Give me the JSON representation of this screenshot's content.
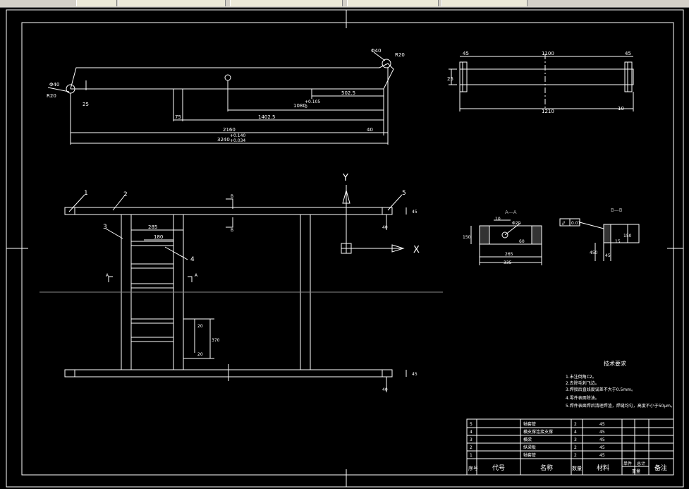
{
  "tabs": [
    {
      "label": ""
    },
    {
      "label": ""
    },
    {
      "label": ""
    },
    {
      "label": ""
    },
    {
      "label": ""
    }
  ],
  "side_view": {
    "dims": {
      "d_top_left": "Φ40",
      "d_top_left2": "R20",
      "d_right": "Φ40",
      "d_right2": "R20",
      "h_25": "25",
      "h_5025": "502.5",
      "h_1080": "1080",
      "tol_1080": "+0.105",
      "tol_1080b": "0",
      "h_14025": "1402.5",
      "h_75": "75",
      "h_40": "40",
      "h_2160": "2160",
      "h_3240": "3240",
      "tol_3240": "+0.140",
      "tol_3240b": "+0.034"
    }
  },
  "top_view": {
    "dims": {
      "w_1100": "1100",
      "w_1210": "1210",
      "w_45a": "45",
      "w_45b": "45",
      "h_25": "25",
      "w_10": "10"
    }
  },
  "plan_view": {
    "balloons": [
      "1",
      "2",
      "3",
      "4",
      "5"
    ],
    "labels": {
      "b_top": "B",
      "b_bot": "B",
      "a_left": "A",
      "a_right": "A",
      "axis_y": "Y",
      "axis_x": "X"
    },
    "dims": {
      "d_285": "285",
      "d_180": "180",
      "d_45a": "45",
      "d_45b": "45",
      "d_40a": "40",
      "d_40b": "40",
      "d_20a": "20",
      "d_20b": "20",
      "d_370": "370"
    }
  },
  "section_aa": {
    "title": "A—A",
    "dims": {
      "r_10": "10",
      "r_20": "Φ20",
      "d_150": "150",
      "d_60": "60",
      "d_265": "265",
      "d_335": "335"
    }
  },
  "section_bb": {
    "title": "B—B",
    "tol_symbol": "//",
    "tol_value": "0.01",
    "dims": {
      "d_150": "150",
      "d_15": "15",
      "d_450": "450",
      "d_45": "45"
    }
  },
  "tech": {
    "title": "技术要求",
    "items": [
      "1.未注倒角C2。",
      "2.去除毛刺飞边。",
      "3.焊接后直线度误差不大于0.5mm。",
      "4.零件表面除油。",
      "5.焊件表面焊后清理焊渣，焊缝均匀，高度不小于50μm。"
    ]
  },
  "bom": {
    "rows": [
      {
        "no": "5",
        "code": "",
        "name": "轴套管",
        "qty": "2",
        "material": "45"
      },
      {
        "no": "4",
        "code": "",
        "name": "横支撑连接支撑",
        "qty": "4",
        "material": "45"
      },
      {
        "no": "3",
        "code": "",
        "name": "横梁",
        "qty": "3",
        "material": "45"
      },
      {
        "no": "2",
        "code": "",
        "name": "纵梁板",
        "qty": "2",
        "material": "45"
      },
      {
        "no": "1",
        "code": "",
        "name": "轴套管",
        "qty": "2",
        "material": "45"
      }
    ],
    "header": {
      "no": "序号",
      "code": "代号",
      "name": "名称",
      "qty": "数量",
      "material": "材料",
      "unit": "单件",
      "total": "总计",
      "weight": "重量",
      "remark": "备注"
    }
  }
}
